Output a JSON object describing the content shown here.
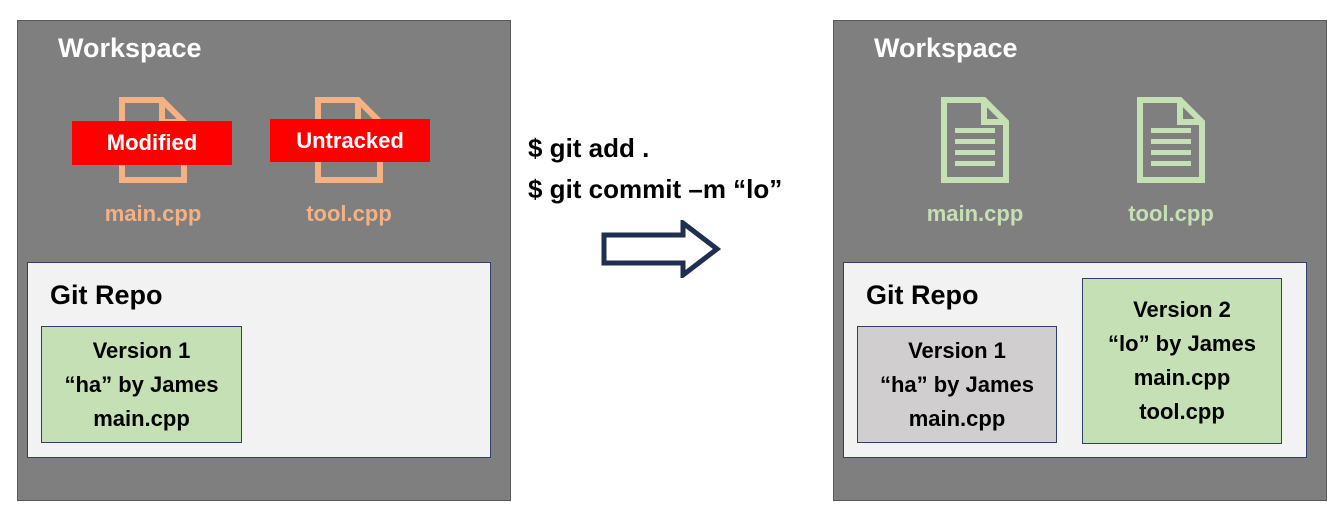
{
  "left": {
    "workspace_title": "Workspace",
    "files": [
      {
        "name": "main.cpp",
        "badge": "Modified",
        "color": "#f4b183"
      },
      {
        "name": "tool.cpp",
        "badge": "Untracked",
        "color": "#f4b183"
      }
    ],
    "repo": {
      "title": "Git Repo",
      "versions": [
        {
          "lines": [
            "Version 1",
            "“ha” by James",
            "main.cpp"
          ],
          "color": "#c5e0b4"
        }
      ]
    }
  },
  "commands": [
    "$ git add .",
    "$ git commit –m “lo”"
  ],
  "arrow_icon": "right-arrow-icon",
  "right": {
    "workspace_title": "Workspace",
    "files": [
      {
        "name": "main.cpp",
        "color": "#c5e0b4"
      },
      {
        "name": "tool.cpp",
        "color": "#c5e0b4"
      }
    ],
    "repo": {
      "title": "Git Repo",
      "versions": [
        {
          "lines": [
            "Version 1",
            "“ha” by James",
            "main.cpp"
          ],
          "color": "#d0cece"
        },
        {
          "lines": [
            "Version 2",
            "“lo” by James",
            "main.cpp",
            "tool.cpp"
          ],
          "color": "#c5e0b4"
        }
      ]
    }
  },
  "colors": {
    "panel": "#7f7f7f",
    "badge": "#ff0000",
    "repo_bg": "#f2f2f2",
    "border": "#2f3e6b"
  }
}
